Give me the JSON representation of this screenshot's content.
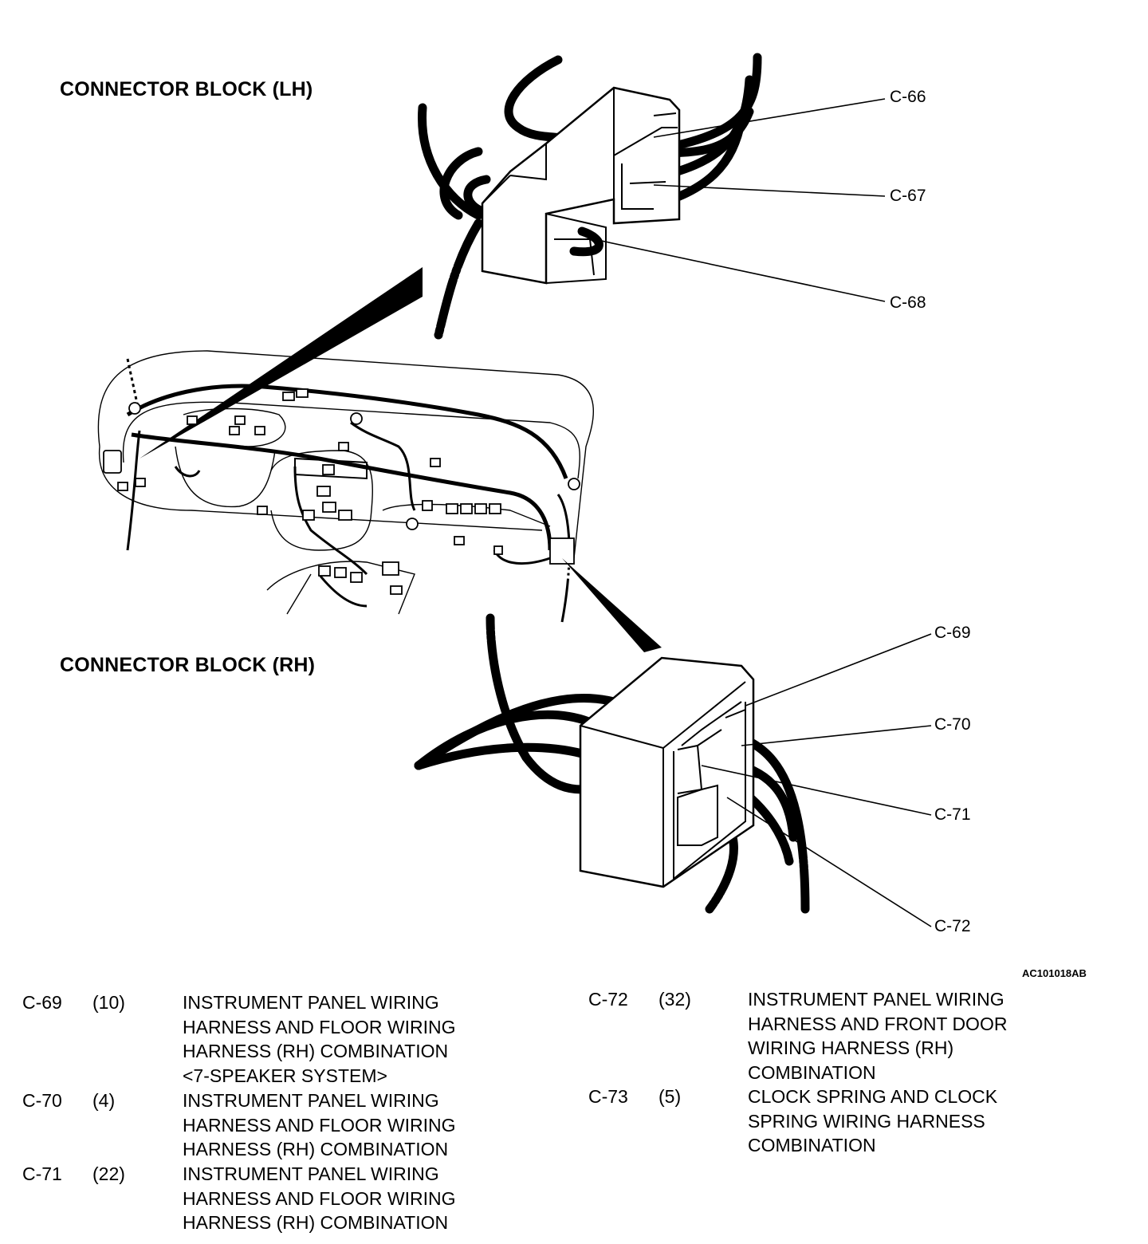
{
  "headings": {
    "lh": "CONNECTOR BLOCK (LH)",
    "rh": "CONNECTOR BLOCK (RH)"
  },
  "callouts": {
    "c66": "C-66",
    "c67": "C-67",
    "c68": "C-68",
    "c69": "C-69",
    "c70": "C-70",
    "c71": "C-71",
    "c72": "C-72"
  },
  "figure_id": "AC101018AB",
  "legend": [
    {
      "code": "C-69",
      "pins": "(10)",
      "lines": [
        "INSTRUMENT PANEL WIRING",
        "HARNESS AND FLOOR WIRING",
        "HARNESS (RH) COMBINATION",
        "<7-SPEAKER SYSTEM>"
      ]
    },
    {
      "code": "C-70",
      "pins": "(4)",
      "lines": [
        "INSTRUMENT PANEL WIRING",
        "HARNESS AND FLOOR WIRING",
        "HARNESS (RH) COMBINATION"
      ]
    },
    {
      "code": "C-71",
      "pins": "(22)",
      "lines": [
        "INSTRUMENT PANEL WIRING",
        "HARNESS AND FLOOR WIRING",
        "HARNESS (RH) COMBINATION"
      ]
    },
    {
      "code": "C-72",
      "pins": "(32)",
      "lines": [
        "INSTRUMENT PANEL WIRING",
        "HARNESS AND FRONT DOOR",
        "WIRING HARNESS (RH)",
        "COMBINATION"
      ]
    },
    {
      "code": "C-73",
      "pins": "(5)",
      "lines": [
        "CLOCK SPRING AND CLOCK",
        "SPRING WIRING HARNESS",
        "COMBINATION"
      ]
    }
  ]
}
